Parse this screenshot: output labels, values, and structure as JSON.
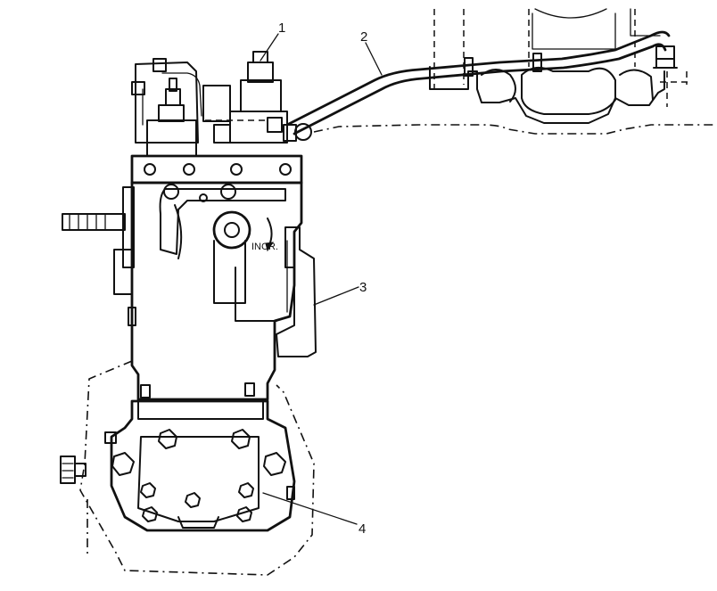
{
  "callouts": [
    {
      "number": "1"
    },
    {
      "number": "2"
    },
    {
      "number": "3"
    },
    {
      "number": "4"
    }
  ],
  "rotation_label": "INCR."
}
